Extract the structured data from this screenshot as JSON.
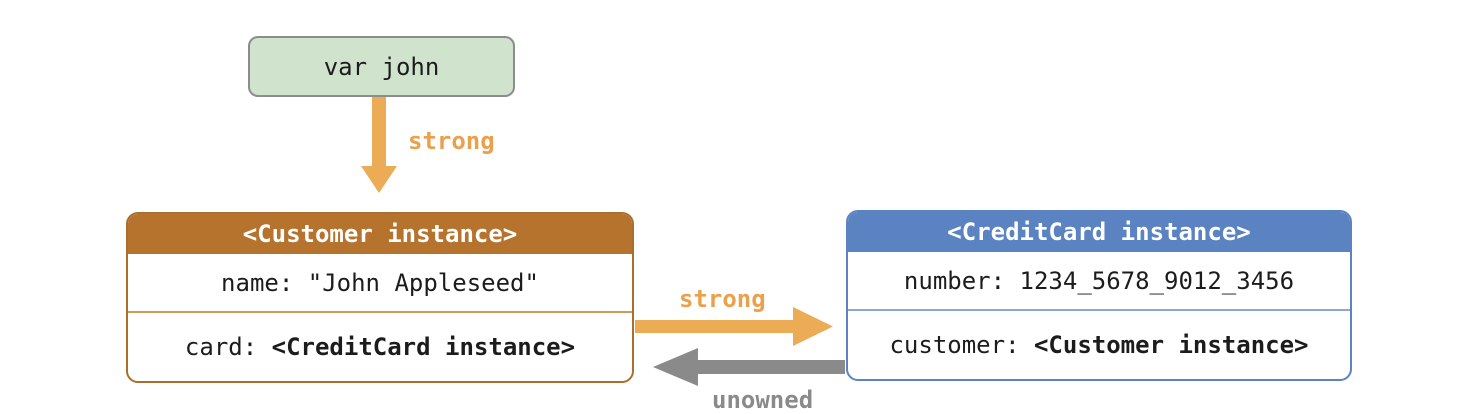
{
  "diagram": {
    "title_semantic": "Swift ARC unowned reference diagram",
    "variable_box": {
      "label": "var john"
    },
    "customer_box": {
      "title": "<Customer instance>",
      "rows": [
        {
          "prefix": "name: ",
          "value": "\"John Appleseed\"",
          "value_bold": false
        },
        {
          "prefix": "card: ",
          "value": "<CreditCard instance>",
          "value_bold": true
        }
      ]
    },
    "creditcard_box": {
      "title": "<CreditCard instance>",
      "rows": [
        {
          "prefix": "number: ",
          "value": "1234_5678_9012_3456",
          "value_bold": false
        },
        {
          "prefix": "customer: ",
          "value": "<Customer instance>",
          "value_bold": true
        }
      ]
    },
    "arrows": [
      {
        "name": "var-john-to-customer",
        "label": "strong",
        "direction": "down",
        "color": "#ecab55"
      },
      {
        "name": "customer-to-creditcard",
        "label": "strong",
        "direction": "right",
        "color": "#ecab55"
      },
      {
        "name": "creditcard-to-customer",
        "label": "unowned",
        "direction": "left",
        "color": "#8a8a8a"
      }
    ],
    "colors": {
      "customer_header": "#b5732d",
      "customer_border": "#aa6e2d",
      "customer_divider": "#d09a5c",
      "creditcard_header": "#5b82c1",
      "creditcard_divider": "#8aa7d6",
      "variable_fill": "#cfe3cd",
      "variable_border": "#8c8c8c",
      "strong_arrow": "#ecab55",
      "unowned_arrow": "#8a8a8a",
      "text": "#1c1c1c",
      "background": "#ffffff"
    }
  }
}
